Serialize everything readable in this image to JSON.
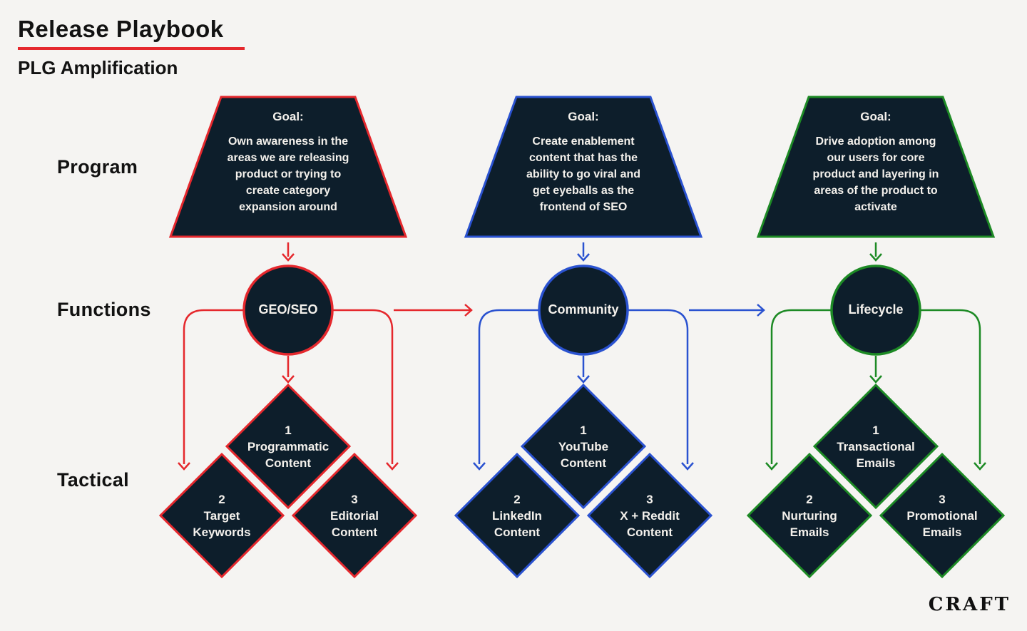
{
  "title": "Release Playbook",
  "subtitle": "PLG Amplification",
  "brand": "CRAFT",
  "row_labels": {
    "program": "Program",
    "functions": "Functions",
    "tactical": "Tactical"
  },
  "colors": {
    "red": "#e5282d",
    "blue": "#2a52d0",
    "green": "#1d8a25",
    "navy": "#0d1e2b",
    "bg": "#f5f4f2",
    "ink": "#121212",
    "light": "#f4f1ec"
  },
  "columns": [
    {
      "name": "GEO/SEO",
      "accent": "red",
      "goal_heading": "Goal:",
      "goal_body": "Own awareness in the\nareas we are  releasing\nproduct or trying to\ncreate category\nexpansion around",
      "tactics": [
        {
          "num": "1",
          "label": "Programmatic\nContent"
        },
        {
          "num": "2",
          "label": "Target\nKeywords"
        },
        {
          "num": "3",
          "label": "Editorial\nContent"
        }
      ]
    },
    {
      "name": "Community",
      "accent": "blue",
      "goal_heading": "Goal:",
      "goal_body": "Create enablement\ncontent that has the\nability to go viral and\nget eyeballs  as the\nfrontend of SEO",
      "tactics": [
        {
          "num": "1",
          "label": "YouTube\nContent"
        },
        {
          "num": "2",
          "label": "LinkedIn\nContent"
        },
        {
          "num": "3",
          "label": "X + Reddit\nContent"
        }
      ]
    },
    {
      "name": "Lifecycle",
      "accent": "green",
      "goal_heading": "Goal:",
      "goal_body": "Drive adoption among\nour users for core\nproduct and layering in\nareas of the product to\nactivate",
      "tactics": [
        {
          "num": "1",
          "label": "Transactional\nEmails"
        },
        {
          "num": "2",
          "label": "Nurturing\nEmails"
        },
        {
          "num": "3",
          "label": "Promotional\nEmails"
        }
      ]
    }
  ]
}
